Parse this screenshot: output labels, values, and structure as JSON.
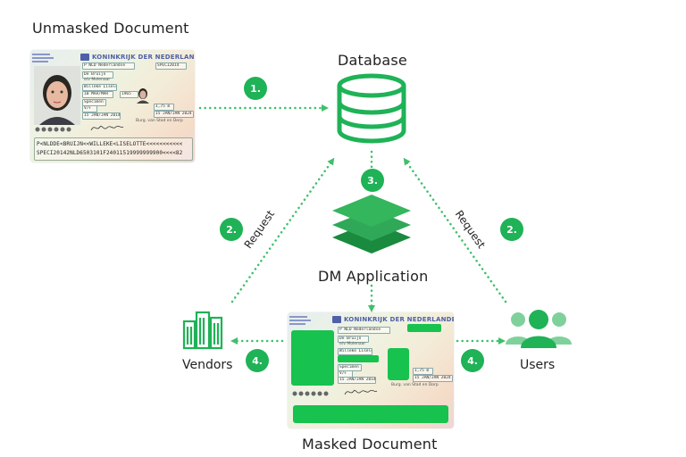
{
  "titles": {
    "unmasked": "Unmasked Document",
    "database": "Database",
    "app": "DM Application",
    "masked": "Masked Document",
    "vendors": "Vendors",
    "users": "Users"
  },
  "steps": {
    "s1": "1.",
    "s2_left": "2.",
    "s2_right": "2.",
    "s3": "3.",
    "s4_left": "4.",
    "s4_right": "4."
  },
  "requests": {
    "left": "Request",
    "right": "Request"
  },
  "card": {
    "header": "KONINKRIJK DER NEDERLANDEN",
    "nationality": "P  NLD  Nederlandse",
    "doc_number": "SPECI2014",
    "surname": "De Bruijn",
    "surname2": "e/v Molenaar",
    "given_names": "Willeke Liselotte",
    "dob": "10 MAA/MAR",
    "dob_year": "1965",
    "place": "Specimen",
    "sex": "V/F",
    "height": "1,75 m",
    "issue": "15 JAN/JAN 2014",
    "expiry": "15 JAN/JAN 2024",
    "authority": "Burg. van Stad en Dorp",
    "mrz1": "P<NLDDE<BRUIJN<<WILLEKE<LISELOTTE<<<<<<<<<<<",
    "mrz2": "SPECI20142NLD6503101F24011519999999900<<<<82"
  },
  "colors": {
    "accent": "#1fb257",
    "mask": "#17c24f",
    "layer_dark": "#1a8a3e",
    "layer_mid": "#2fa957",
    "layer_top": "#34b65c"
  },
  "icons": {
    "database": "database-icon",
    "app": "layers-icon",
    "vendors": "buildings-icon",
    "users": "users-group-icon"
  }
}
